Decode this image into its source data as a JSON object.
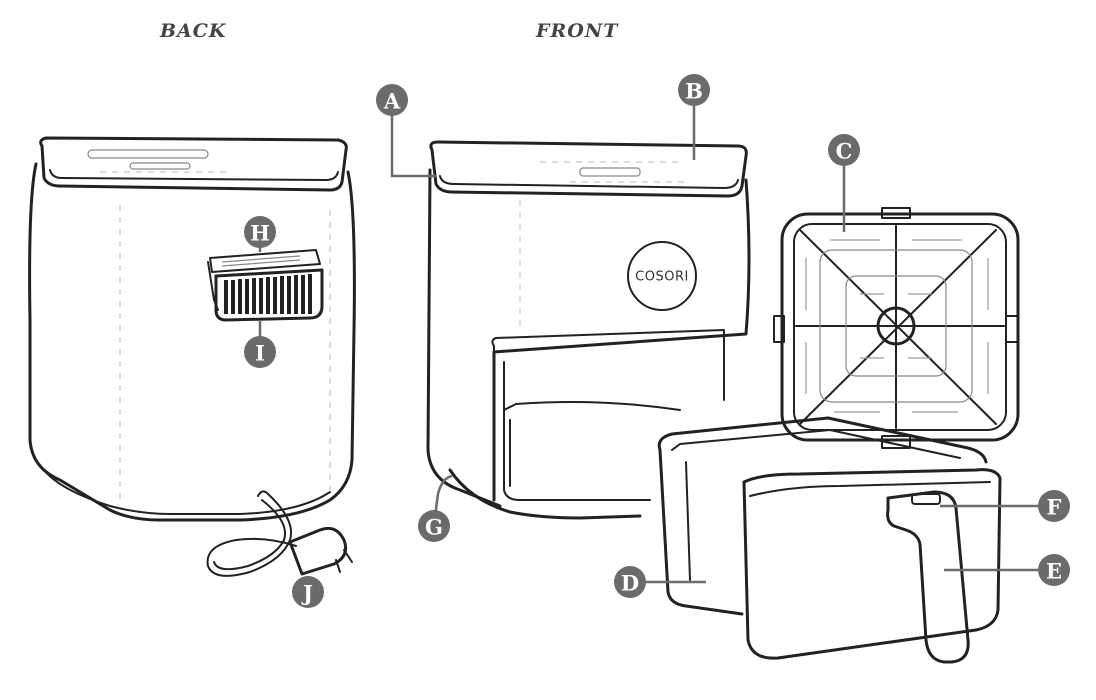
{
  "headings": {
    "back": "BACK",
    "front": "FRONT"
  },
  "brand_logo": "COSORI",
  "callouts": [
    {
      "id": "A",
      "letter": "A"
    },
    {
      "id": "B",
      "letter": "B"
    },
    {
      "id": "C",
      "letter": "C"
    },
    {
      "id": "D",
      "letter": "D"
    },
    {
      "id": "E",
      "letter": "E"
    },
    {
      "id": "F",
      "letter": "F"
    },
    {
      "id": "G",
      "letter": "G"
    },
    {
      "id": "H",
      "letter": "H"
    },
    {
      "id": "I",
      "letter": "I"
    },
    {
      "id": "J",
      "letter": "J"
    }
  ],
  "colors": {
    "line": "#222222",
    "callout": "#6b6b6b",
    "background": "#ffffff"
  }
}
